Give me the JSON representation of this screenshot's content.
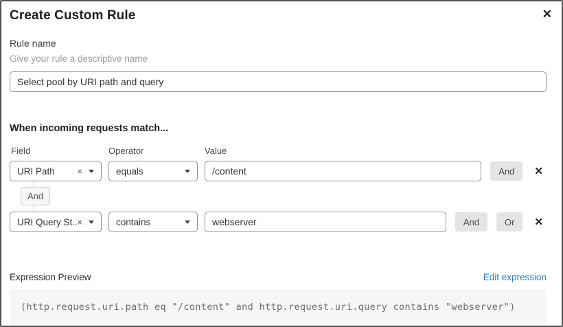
{
  "dialog": {
    "title": "Create Custom Rule"
  },
  "icons": {
    "close": "✕",
    "clear": "×",
    "delete": "✕"
  },
  "rule_name": {
    "label": "Rule name",
    "hint": "Give your rule a descriptive name",
    "value": "Select pool by URI path and query"
  },
  "matcher": {
    "heading": "When incoming requests match...",
    "columns": {
      "field": "Field",
      "operator": "Operator",
      "value": "Value"
    },
    "connector_label": "And",
    "rows": [
      {
        "field": "URI Path",
        "operator": "equals",
        "value": "/content",
        "and_label": "And"
      },
      {
        "field": "URI Query St...",
        "operator": "contains",
        "value": "webserver",
        "and_label": "And",
        "or_label": "Or"
      }
    ]
  },
  "expression": {
    "label": "Expression Preview",
    "edit_link": "Edit expression",
    "code": "(http.request.uri.path eq \"/content\" and http.request.uri.query contains \"webserver\")"
  },
  "colors": {
    "dialog_border": "#4f4f4f",
    "input_border": "#8f8f8f",
    "button_bg": "#e4e4e4",
    "badge_bg": "#f7f7f7",
    "code_bg": "#f6f6f6",
    "link_blue": "#2d7bb8",
    "hint_gray": "#9b9b9b"
  }
}
